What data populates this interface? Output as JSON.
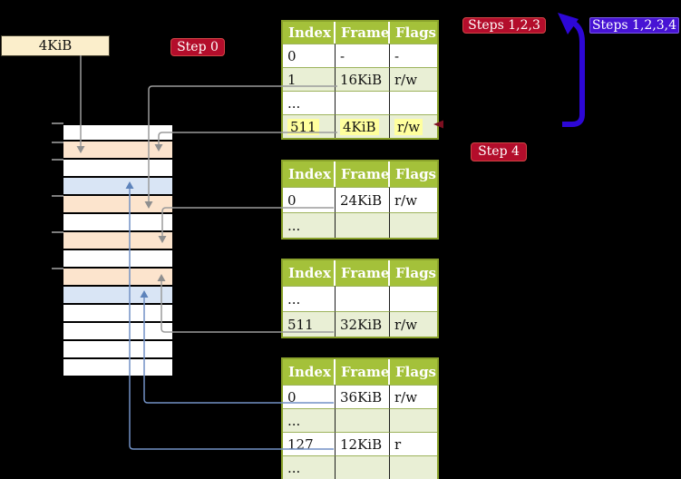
{
  "labels": {
    "page_size_box": "4KiB",
    "step0": "Step 0",
    "steps123": "Steps 1,2,3",
    "steps1234": "Steps 1,2,3,4",
    "step4": "Step 4"
  },
  "colors": {
    "background": "#000000",
    "badge_red": "#b30d2b",
    "badge_blue": "#4713d4",
    "big_arrow_blue": "#2d07d6",
    "table_header_green": "#a4c13a",
    "table_row_green": "#e9efd5",
    "table_border_olive": "#8ba32c",
    "highlight_yellow": "#ffff9e",
    "memory_frame_peach": "#fce4cd",
    "memory_frame_blue": "#d9e5f5",
    "connector_gray": "#9b9b9b",
    "connector_blue": "#7291c5",
    "label_box_cream": "#fbeecb"
  },
  "memory_stack": {
    "row_colors": [
      "white",
      "peach",
      "white",
      "blue",
      "peach",
      "white",
      "peach",
      "white",
      "peach",
      "blue",
      "white",
      "white",
      "white",
      "white"
    ]
  },
  "tables": [
    {
      "headers": [
        "Index",
        "Frame",
        "Flags"
      ],
      "rows": [
        {
          "cells": [
            "0",
            "-",
            "-"
          ]
        },
        {
          "cells": [
            "1",
            "16KiB",
            "r/w"
          ]
        },
        {
          "cells": [
            "...",
            "",
            ""
          ]
        },
        {
          "cells": [
            "511",
            "4KiB",
            "r/w"
          ],
          "highlight": true
        }
      ]
    },
    {
      "headers": [
        "Index",
        "Frame",
        "Flags"
      ],
      "rows": [
        {
          "cells": [
            "0",
            "24KiB",
            "r/w"
          ]
        },
        {
          "cells": [
            "...",
            "",
            ""
          ]
        }
      ]
    },
    {
      "headers": [
        "Index",
        "Frame",
        "Flags"
      ],
      "rows": [
        {
          "cells": [
            "...",
            "",
            ""
          ]
        },
        {
          "cells": [
            "511",
            "32KiB",
            "r/w"
          ]
        }
      ]
    },
    {
      "headers": [
        "Index",
        "Frame",
        "Flags"
      ],
      "rows": [
        {
          "cells": [
            "0",
            "36KiB",
            "r/w"
          ]
        },
        {
          "cells": [
            "...",
            "",
            ""
          ]
        },
        {
          "cells": [
            "127",
            "12KiB",
            "r"
          ]
        },
        {
          "cells": [
            "...",
            "",
            ""
          ]
        }
      ]
    }
  ]
}
